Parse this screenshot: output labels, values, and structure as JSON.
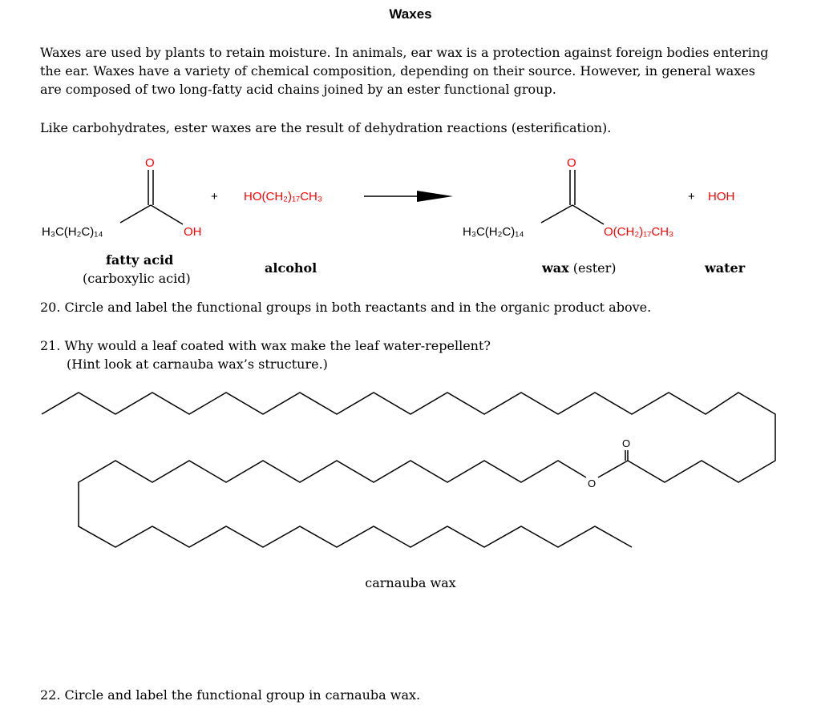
{
  "title": "Waxes",
  "intro": "Waxes are used by plants to retain moisture. In animals, ear wax is a protection against foreign bodies entering the ear.  Waxes have a variety of chemical composition, depending on their source. However, in general waxes are composed of two long-fatty acid chains joined by an ester functional group.",
  "like_text": "Like carbohydrates, ester waxes are the result of dehydration reactions (esterification).",
  "reaction": {
    "fatty_acid_chain": "H₃C(H₂C)₁₄",
    "fatty_acid_oxygen": "O",
    "fatty_acid_oh": "OH",
    "plus_1": "+",
    "alcohol_formula": "HO(CH₂)₁₇CH₃",
    "wax_chain": "H₃C(H₂C)₁₄",
    "wax_oxygen": "O",
    "wax_ester_o": "O(CH₂)₁₇CH₃",
    "plus_2": "+",
    "water_formula": "HOH",
    "colors": {
      "heteroatom": "#ff0000",
      "alcohol": "#ff0000",
      "bond": "#000000"
    }
  },
  "labels": {
    "fatty_acid": "fatty acid",
    "carboxylic_acid": "(carboxylic acid)",
    "alcohol": "alcohol",
    "wax_bold": "wax",
    "wax_rest": " (ester)",
    "water": "water"
  },
  "questions": {
    "q20": "20. Circle and label the functional groups in both reactants and in the organic product above.",
    "q21_line1": "21. Why would a leaf coated with wax make the leaf water-repellent?",
    "q21_line2": "(Hint look at carnauba wax’s structure.)",
    "q22": "22. Circle and label the functional group in carnauba wax."
  },
  "carnauba": {
    "carbonyl_o": "O",
    "ester_o": "O",
    "caption": "carnauba wax"
  }
}
